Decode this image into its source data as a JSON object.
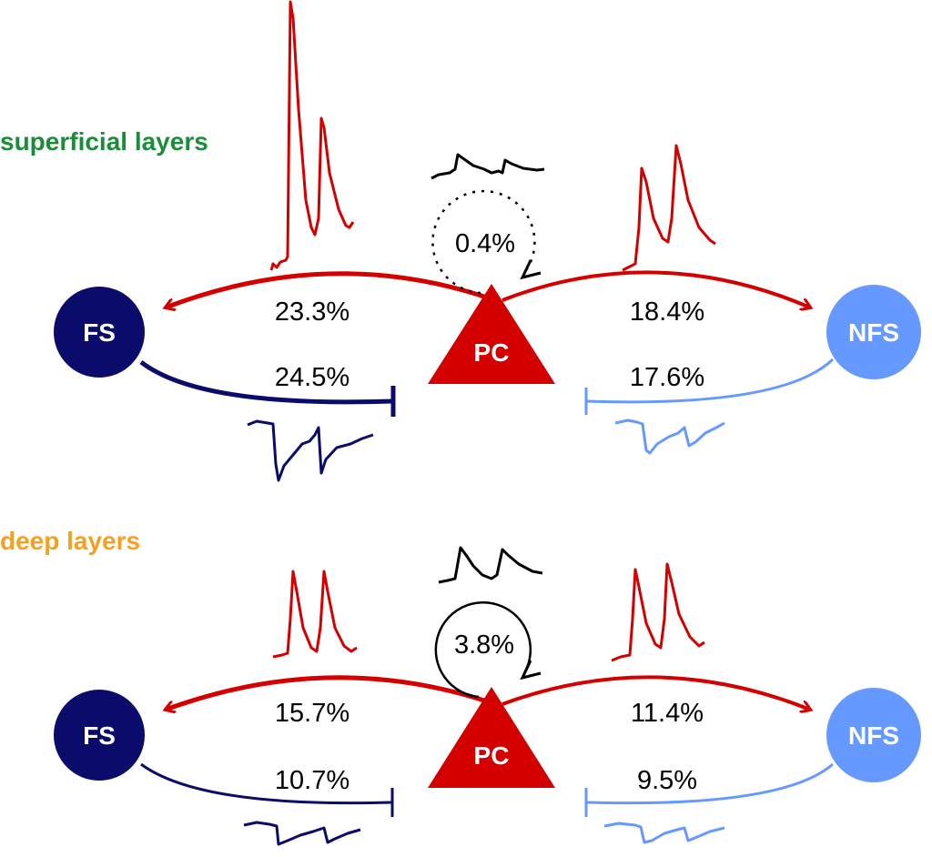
{
  "colors": {
    "pc": "#d40000",
    "fs": "#0b0b6b",
    "nfs": "#6699ff",
    "superficial": "#1a8c3a",
    "deep": "#f5a020"
  },
  "panels": [
    {
      "title": "superficial layers",
      "nodes": {
        "fs": "FS",
        "pc": "PC",
        "nfs": "NFS"
      },
      "pc_to_fs": "23.3%",
      "pc_to_nfs": "18.4%",
      "fs_to_pc": "24.5%",
      "nfs_to_pc": "17.6%",
      "pc_to_pc": "0.4%",
      "recurrent_style": "dotted"
    },
    {
      "title": "deep layers",
      "nodes": {
        "fs": "FS",
        "pc": "PC",
        "nfs": "NFS"
      },
      "pc_to_fs": "15.7%",
      "pc_to_nfs": "11.4%",
      "fs_to_pc": "10.7%",
      "nfs_to_pc": "9.5%",
      "pc_to_pc": "3.8%",
      "recurrent_style": "solid"
    }
  ]
}
